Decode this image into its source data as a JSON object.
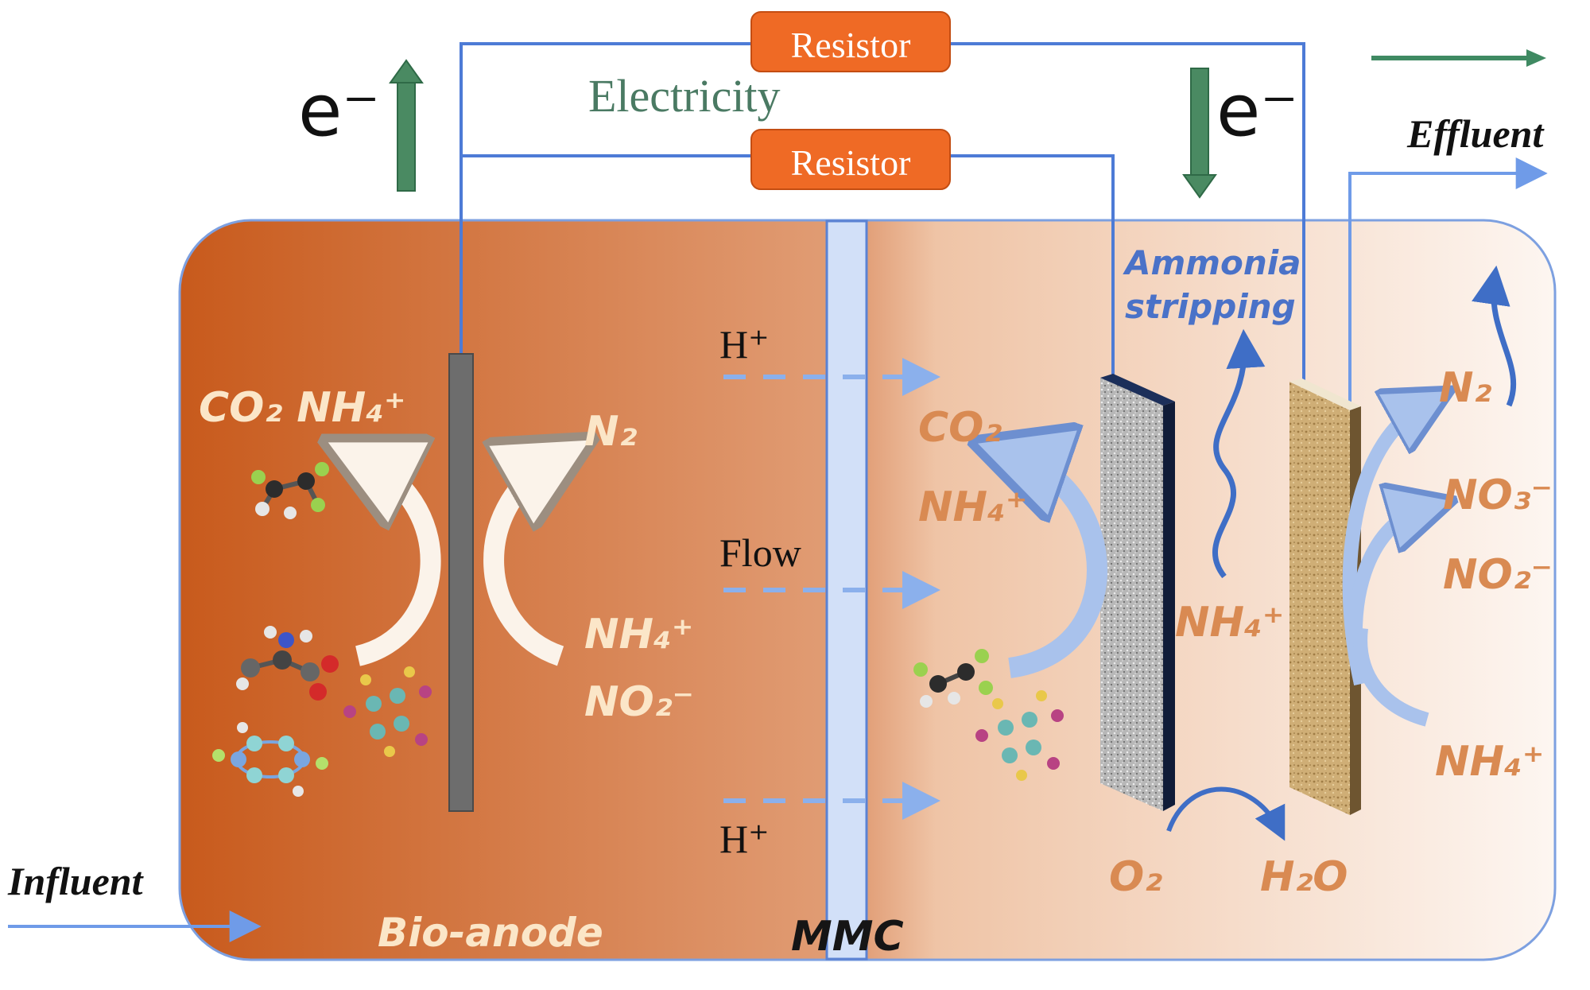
{
  "circuit": {
    "resistor_top": "Resistor",
    "resistor_bottom": "Resistor",
    "electricity": "Electricity",
    "electron_left": "e⁻",
    "electron_right": "e⁻"
  },
  "io": {
    "effluent": "Effluent",
    "influent": "Influent"
  },
  "anode": {
    "products": "CO₂ NH₄⁺",
    "n2": "N₂",
    "nh4": "NH₄⁺",
    "no2": "NO₂⁻",
    "chamber_label": "Bio-anode"
  },
  "membrane": {
    "h_top": "H⁺",
    "flow": "Flow",
    "h_bottom": "H⁺",
    "label": "MMC"
  },
  "cathode": {
    "co2": "CO₂",
    "nh4_top": "NH₄⁺",
    "ammonia_stripping_line1": "Ammonia",
    "ammonia_stripping_line2": "stripping",
    "nh4_mid": "NH₄⁺",
    "n2": "N₂",
    "no3": "NO₃⁻",
    "no2": "NO₂⁻",
    "nh4_bottom": "NH₄⁺",
    "o2": "O₂",
    "h2o": "H₂O"
  },
  "colors": {
    "anode_dark": "#c85a1c",
    "anode_light": "#e2a079",
    "cathode_light": "#fbf1ea",
    "wire": "#4d7bd6",
    "resistor": "#ef6a25",
    "electron_arrow": "#3f8a62",
    "membrane": "#d2e0f8"
  }
}
